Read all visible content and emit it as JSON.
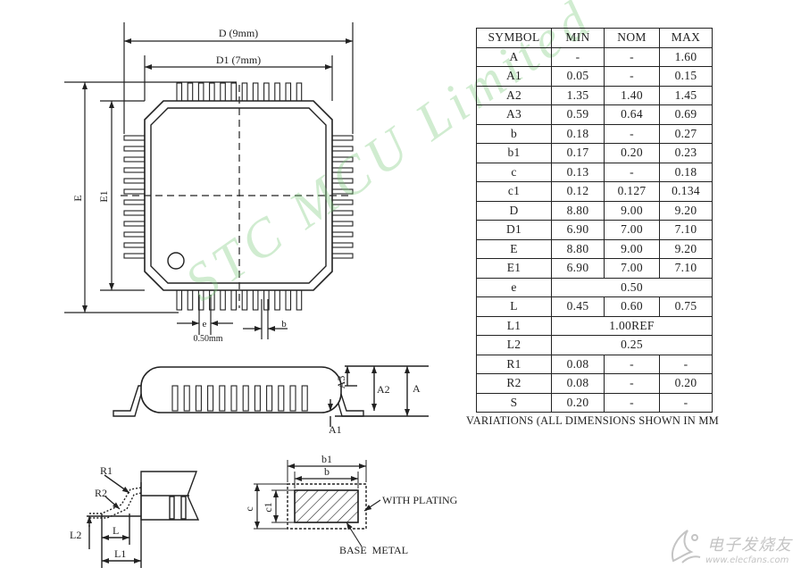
{
  "top_view": {
    "dim_D": "D (9mm)",
    "dim_D1": "D1 (7mm)",
    "dim_E": "E",
    "dim_E1": "E1",
    "dim_e": "e",
    "dim_b": "b",
    "pitch": "0.50mm"
  },
  "side_view": {
    "dim_A": "A",
    "dim_A1": "A1",
    "dim_A2": "A2",
    "dim_A3": "A3"
  },
  "lead_detail": {
    "R1": "R1",
    "R2": "R2",
    "L": "L",
    "L1": "L1",
    "L2": "L2"
  },
  "section_view": {
    "b1": "b1",
    "b": "b",
    "c": "c",
    "c1": "c1",
    "with_plating": "WITH PLATING",
    "base_metal": "BASE  METAL"
  },
  "table": {
    "headers": [
      "SYMBOL",
      "MIN",
      "NOM",
      "MAX"
    ],
    "rows": [
      {
        "symbol": "A",
        "min": "-",
        "nom": "-",
        "max": "1.60"
      },
      {
        "symbol": "A1",
        "min": "0.05",
        "nom": "-",
        "max": "0.15"
      },
      {
        "symbol": "A2",
        "min": "1.35",
        "nom": "1.40",
        "max": "1.45"
      },
      {
        "symbol": "A3",
        "min": "0.59",
        "nom": "0.64",
        "max": "0.69"
      },
      {
        "symbol": "b",
        "min": "0.18",
        "nom": "-",
        "max": "0.27"
      },
      {
        "symbol": "b1",
        "min": "0.17",
        "nom": "0.20",
        "max": "0.23"
      },
      {
        "symbol": "c",
        "min": "0.13",
        "nom": "-",
        "max": "0.18"
      },
      {
        "symbol": "c1",
        "min": "0.12",
        "nom": "0.127",
        "max": "0.134"
      },
      {
        "symbol": "D",
        "min": "8.80",
        "nom": "9.00",
        "max": "9.20"
      },
      {
        "symbol": "D1",
        "min": "6.90",
        "nom": "7.00",
        "max": "7.10"
      },
      {
        "symbol": "E",
        "min": "8.80",
        "nom": "9.00",
        "max": "9.20"
      },
      {
        "symbol": "E1",
        "min": "6.90",
        "nom": "7.00",
        "max": "7.10"
      },
      {
        "symbol": "e",
        "span": "0.50"
      },
      {
        "symbol": "L",
        "min": "0.45",
        "nom": "0.60",
        "max": "0.75"
      },
      {
        "symbol": "L1",
        "span": "1.00REF"
      },
      {
        "symbol": "L2",
        "span": "0.25"
      },
      {
        "symbol": "R1",
        "min": "0.08",
        "nom": "-",
        "max": "-"
      },
      {
        "symbol": "R2",
        "min": "0.08",
        "nom": "-",
        "max": "0.20"
      },
      {
        "symbol": "S",
        "min": "0.20",
        "nom": "-",
        "max": "-"
      }
    ]
  },
  "note": "VARIATIONS (ALL DIMENSIONS SHOWN IN MM",
  "watermark": "STC  MCU  Limited",
  "logo": {
    "name_cn": "电子发烧友",
    "url": "www.elecfans.com",
    "colors": {
      "logo_gray": "#c4c4c4"
    }
  },
  "colors": {
    "line": "#222222",
    "watermark": "#8fd28f"
  }
}
